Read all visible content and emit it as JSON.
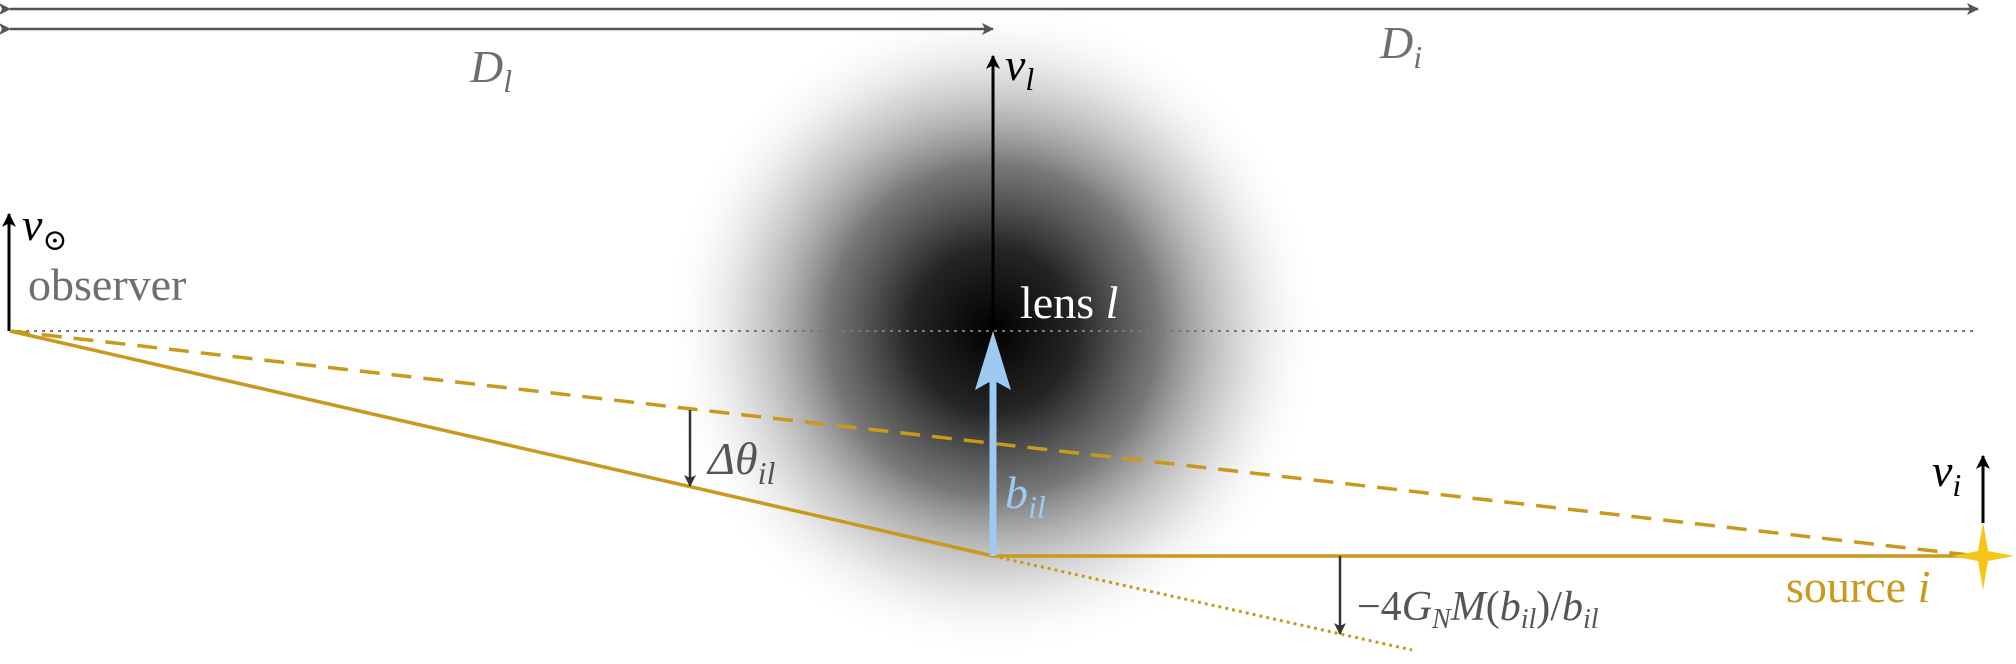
{
  "labels": {
    "observer_velocity": {
      "symbol": "v",
      "subscript": "⊙"
    },
    "lens_velocity": {
      "symbol": "v",
      "subscript": "l"
    },
    "source_velocity": {
      "symbol": "v",
      "subscript": "i"
    },
    "observer": "observer",
    "lens": {
      "word": "lens",
      "symbol": "l"
    },
    "source": {
      "word": "source",
      "symbol": "i"
    },
    "distance_lens": {
      "symbol": "D",
      "subscript": "l"
    },
    "distance_source": {
      "symbol": "D",
      "subscript": "i"
    },
    "deflection_angle": {
      "symbol": "Δθ",
      "subscript": "il"
    },
    "impact_parameter": {
      "symbol": "b",
      "subscript": "il"
    },
    "deflection_formula": {
      "prefix": "−4",
      "g": "G",
      "g_sub": "N",
      "m": "M",
      "open": "(",
      "b": "b",
      "b_sub": "il",
      "close": ")/",
      "b2": "b",
      "b2_sub": "il"
    }
  },
  "colors": {
    "ray": "#c9991c",
    "star": "#f5c518",
    "impact_arrow": "#9ccaf0",
    "dark_text": "#555555",
    "gray_text": "#6e6e6e",
    "source_text": "#c9991c",
    "axis": "#555555"
  }
}
